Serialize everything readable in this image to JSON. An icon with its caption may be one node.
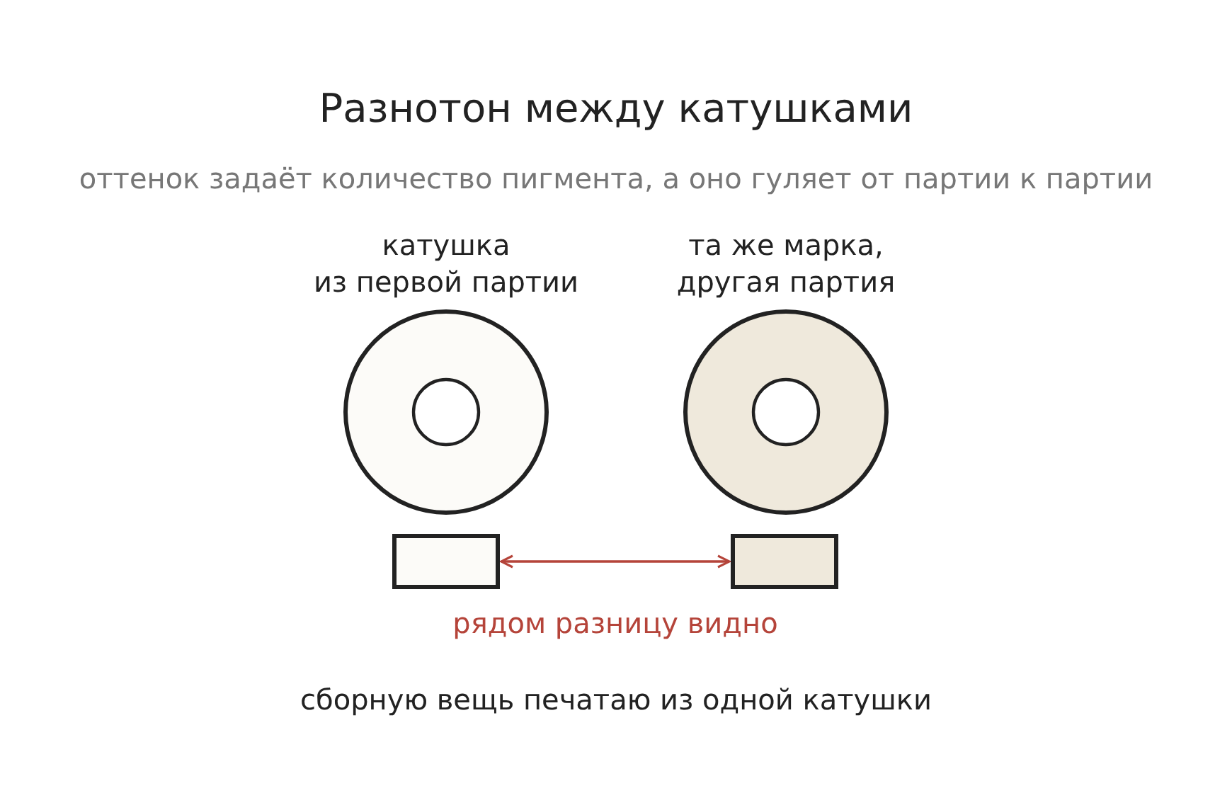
{
  "diagram": {
    "title": "Разнотон между катушками",
    "caption": "сборную вещь печатаю из одной катушки",
    "nodes": [
      {
        "text": [
          "катушка из первой партии"
        ]
      },
      {
        "text": [
          "та же марка, другая партия"
        ]
      },
      {
        "text": [],
        "shape": "box"
      },
      {
        "text": [],
        "shape": "box"
      }
    ],
    "edges": [
      {
        "from": 2,
        "to": 3,
        "arrow": "both",
        "label": "рядом разницу видно",
        "color": "#b5443a"
      }
    ],
    "labels": [
      "оттенок задаёт количество пигмента, а оно гуляет от партии к партии"
    ]
  }
}
